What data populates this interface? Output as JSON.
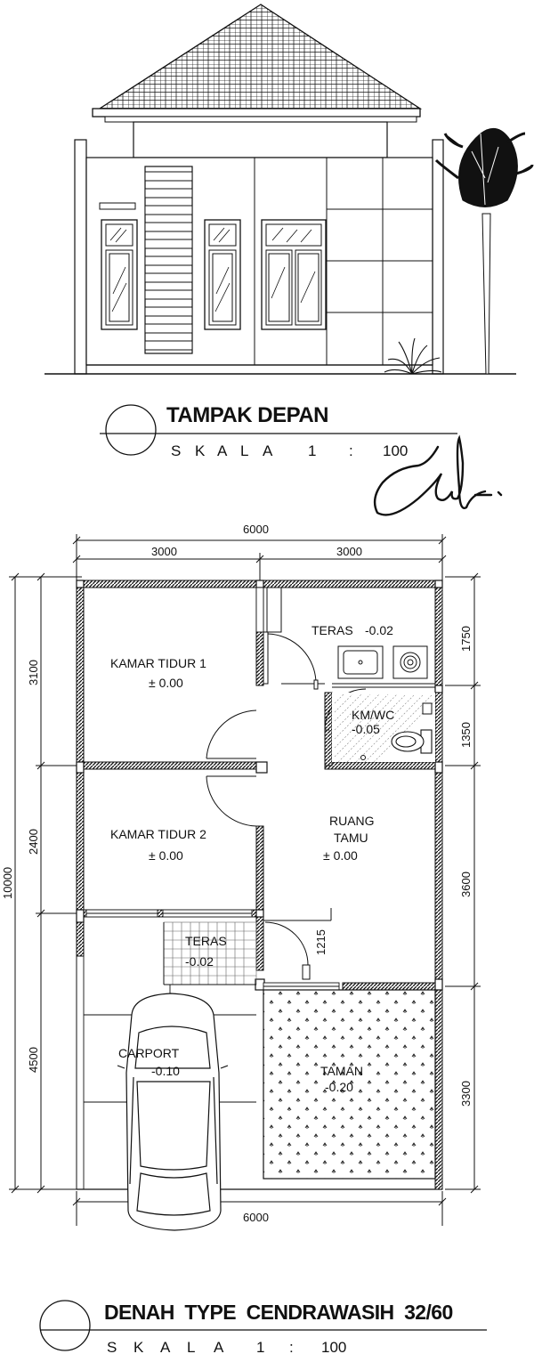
{
  "elevation": {
    "title": "TAMPAK DEPAN",
    "scale": [
      "S",
      "K",
      "A",
      "L",
      "A",
      "1",
      ":",
      "100"
    ]
  },
  "plan": {
    "title": "DENAH  TYPE  CENDRAWASIH  32/60",
    "scale": [
      "S",
      "K",
      "A",
      "L",
      "A",
      "1",
      ":",
      "100"
    ],
    "rooms": {
      "kamar1_name": "KAMAR TIDUR 1",
      "kamar1_level": "± 0.00",
      "kamar2_name": "KAMAR TIDUR 2",
      "kamar2_level": "± 0.00",
      "teras_top_name": "TERAS",
      "teras_top_level": "-0.02",
      "kmwc_name": "KM/WC",
      "kmwc_level": "-0.05",
      "ruang_tamu_line1": "RUANG",
      "ruang_tamu_line2": "TAMU",
      "ruang_tamu_level": "± 0.00",
      "teras_mid_name": "TERAS",
      "teras_mid_level": "-0.02",
      "carport_name": "CARPORT",
      "carport_level": "-0.10",
      "taman_name": "TAMAN",
      "taman_level": "-0.20"
    },
    "dims": {
      "top_total": "6000",
      "top_left": "3000",
      "top_right": "3000",
      "bottom_total": "6000",
      "left_total": "10000",
      "left_1": "3100",
      "left_2": "2400",
      "left_3": "4500",
      "right_1": "1750",
      "right_2": "1350",
      "right_3": "3600",
      "right_4": "3300",
      "door": "1215"
    }
  }
}
